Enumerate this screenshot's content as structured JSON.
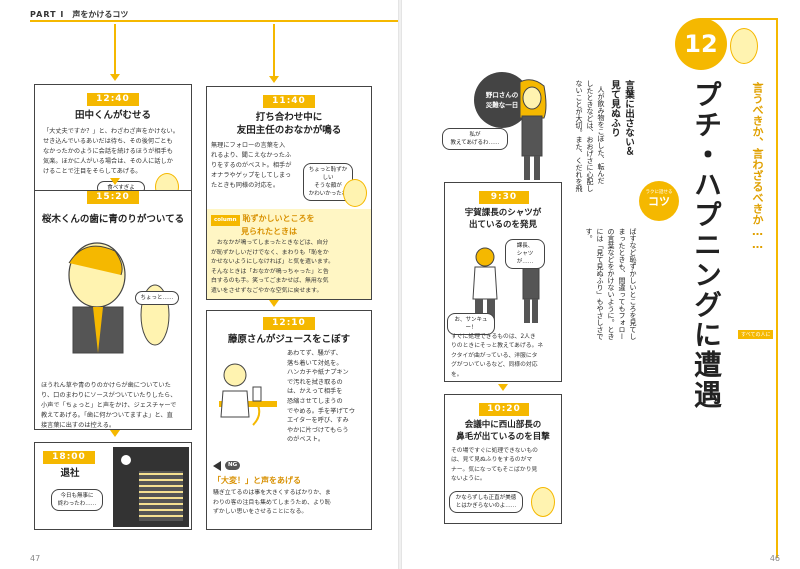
{
  "left": {
    "header_part": "PART I",
    "header_title": "声をかけるコツ",
    "page_number": "47",
    "p1": {
      "time": "12:40",
      "title": "田中くんがむせる",
      "text": [
        "「大丈夫ですか？」と、わざわざ声をかけない。",
        "せき込んでいるあいだは待ち、その後何ごとも",
        "なかったかのように会話を続けるほうが相手も",
        "気楽。ほかに人がいる場合は、その人に話しか",
        "けることで注目をそらしてあげる。"
      ],
      "bubble": "食べすぎよ"
    },
    "p2": {
      "time": "11:40",
      "title1": "打ち合わせ中に",
      "title2": "友田主任のおなかが鳴る",
      "text": [
        "無理にフォローの言葉を入",
        "れるより、聞こえなかったふ",
        "りをするのがベスト。相手が",
        "オナラやゲップをしてしまっ",
        "たときも同様の対応を。"
      ],
      "bubble": [
        "ちょっと恥ずかしい",
        "そうな顔が",
        "かわいかったわ"
      ]
    },
    "column": {
      "tag": "column",
      "title1": "恥ずかしいところを",
      "title2": "見られたときは",
      "text": [
        "　おなかが鳴ってしまったときなどは、自分",
        "が恥ずかしいだけでなく、まわりも「恥をか",
        "かせないようにしなければ」と気を遣います。",
        "そんなときは「おなかが鳴っちゃった」と告",
        "白するのも手。笑ってごまかせば、無用な気",
        "遣いをさせずなごやかな空気に戻せます。"
      ]
    },
    "p3": {
      "time": "15:20",
      "title": "桜木くんの歯に青のりがついてる",
      "bubble": "ちょっと……",
      "text": [
        "ほうれん草や青のりのかけらが歯についていた",
        "り、口のまわりにソースがついていたりしたら、",
        "小声で「ちょっと」と声をかけ、ジェスチャーで",
        "教えてあげる。「歯に何かついてますよ」と、直",
        "接言葉に出すのは控える。"
      ]
    },
    "p4": {
      "time": "12:10",
      "title": "藤原さんがジュースをこぼす",
      "text": [
        "あわてず、騒がず、",
        "落ち着いて対処を。",
        "ハンカチや紙ナプキン",
        "で汚れを拭き取るの",
        "は、かえって相手を",
        "恐縮させてしまうの",
        "でやめる。手を挙げてウ",
        "エイターを呼び、すみ",
        "やかに片づけてもらう",
        "のがベスト。"
      ]
    },
    "ng": {
      "tag": "NG",
      "title": "「大変！」と声をあげる",
      "text": [
        "騒ぎ立てるのは事を大きくするばかりか、ま",
        "わりの客の注目も集めてしまうため、より恥",
        "ずかしい思いをさせることになる。"
      ]
    },
    "p5": {
      "time": "18:00",
      "title": "退社",
      "bubble": [
        "今日も無事に",
        "終わったわ……"
      ]
    }
  },
  "right": {
    "page_number": "46",
    "number": "12",
    "main_title": "プチ・ハプニングに遭遇",
    "tagline": "言うべきか、言わざるべきか……",
    "sub_title1": "言葉に出さない＆",
    "sub_title2": "見て見ぬふり",
    "body": [
      "人が飲み物をこぼした、転んだ",
      "したときなどは、おおげさに心配し",
      "ないことが大切。また、くだれを飛"
    ],
    "body2": [
      "ばすなど恥ずかしいところを見てし",
      "まったときも、間違ってもフォロー",
      "の言葉などをかけないように。とき",
      "には「見て見ぬふり」もやさしさで",
      "す。"
    ],
    "kotsu_small": "ラクに話せる",
    "kotsu_big": "コツ",
    "subtag": "すべての人に",
    "diary_title": [
      "野口さんの",
      "災難な一日"
    ],
    "diary_bubble": [
      "私が",
      "教えてあげるわ……"
    ],
    "p6": {
      "time": "9:30",
      "title1": "宇賀課長のシャツが",
      "title2": "出ているのを発見",
      "bubble1": [
        "課長、",
        "シャツが……"
      ],
      "bubble2": "お、サンキュー！",
      "text": [
        "すぐに処理できるものは、2人き",
        "りのときにそっと教えてあげる。ネ",
        "クタイが曲がっている、洋服にタ",
        "グがついているなど、同様の対応",
        "を。"
      ]
    },
    "p7": {
      "time": "10:20",
      "title1": "会議中に西山部長の",
      "title2": "鼻毛が出ているのを目撃",
      "text": [
        "その場ですぐに処理できないもの",
        "は、見て見ぬふりをするのがマ",
        "ナー。気になってもそこばかり見",
        "ないように。"
      ],
      "bubble": [
        "かならずしも正直が美徳",
        "とはかぎらないのよ……"
      ]
    }
  }
}
